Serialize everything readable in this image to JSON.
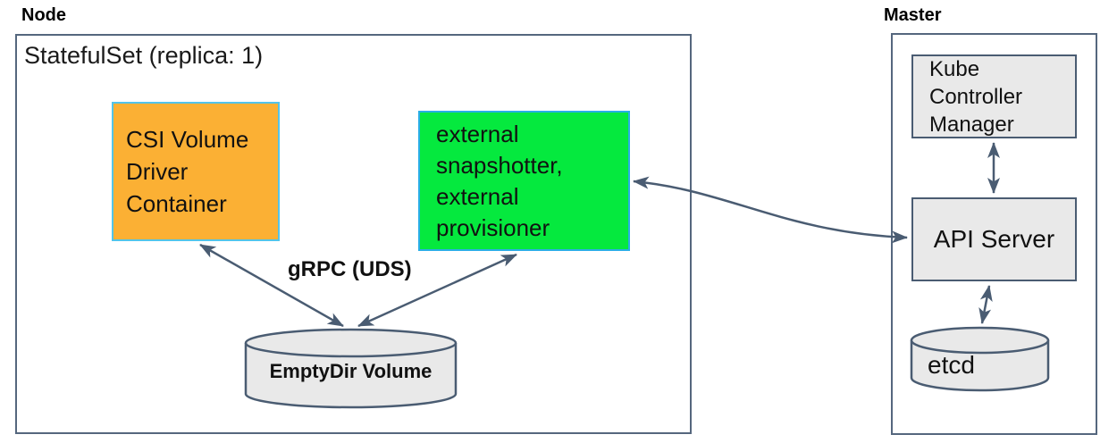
{
  "diagram": {
    "node": {
      "label": "Node",
      "statefulset_label": "StatefulSet (replica: 1)",
      "csi_box": {
        "label": "CSI Volume\nDriver\nContainer"
      },
      "sidecar_box": {
        "label": "external\nsnapshotter,\nexternal\nprovisioner"
      },
      "grpc_label": "gRPC (UDS)",
      "emptydir": {
        "label": "EmptyDir Volume"
      }
    },
    "master": {
      "label": "Master",
      "kcm_box": {
        "label": "Kube\nController\nManager"
      },
      "api_box": {
        "label": "API Server"
      },
      "etcd": {
        "label": "etcd"
      }
    },
    "connections": [
      "CSI Volume Driver Container <-> EmptyDir Volume (gRPC over UDS)",
      "external snapshotter / external provisioner <-> EmptyDir Volume (gRPC over UDS)",
      "external snapshotter / external provisioner <-> API Server",
      "Kube Controller Manager <-> API Server",
      "API Server <-> etcd"
    ],
    "colors": {
      "csi_fill": "#FBB034",
      "sidecar_fill": "#05E93E",
      "blue_border": "#2AAEE6",
      "gray_fill": "#E9E9E9",
      "line": "#4A5C72",
      "background": "#FFFFFF"
    }
  }
}
